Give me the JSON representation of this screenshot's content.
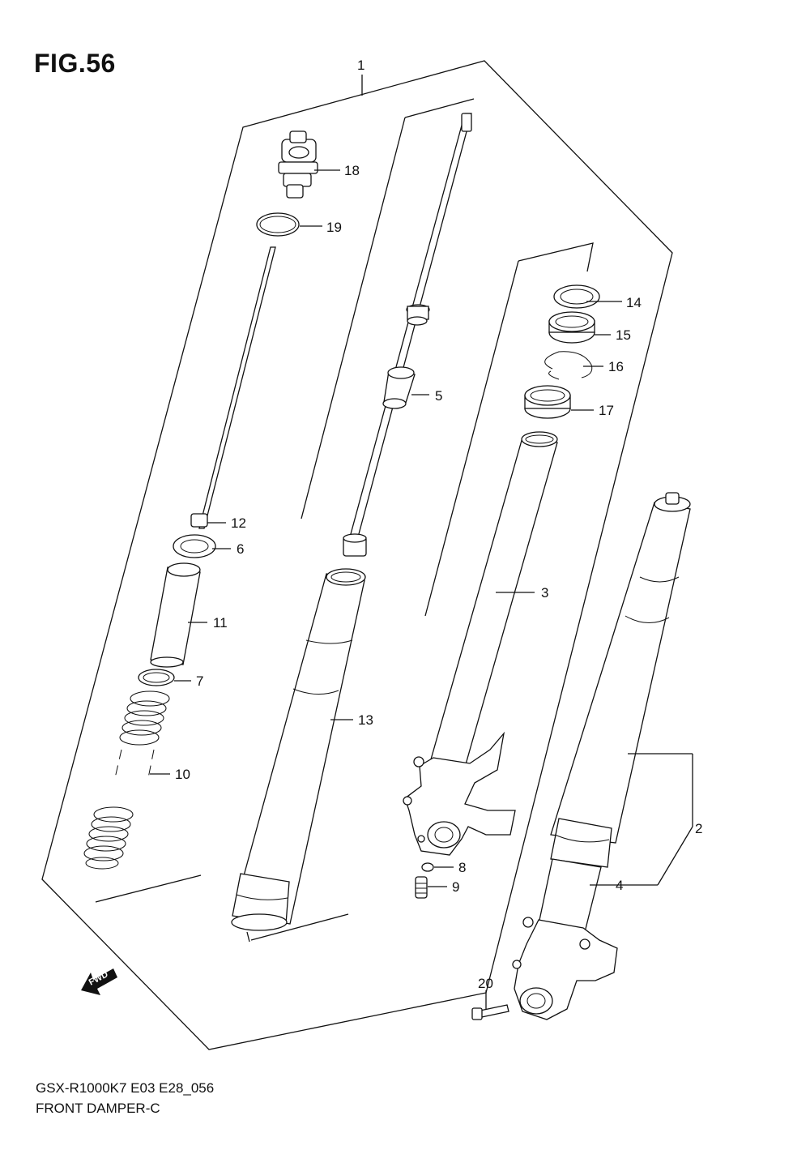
{
  "figure_title": "FIG.56",
  "model_code": "GSX-R1000K7 E03 E28_056",
  "diagram_title": "FRONT DAMPER-C",
  "fwd_label": "FWD",
  "callouts": {
    "c1": "1",
    "c2": "2",
    "c3": "3",
    "c4": "4",
    "c5": "5",
    "c6": "6",
    "c7": "7",
    "c8": "8",
    "c9": "9",
    "c10": "10",
    "c11": "11",
    "c12": "12",
    "c13": "13",
    "c14": "14",
    "c15": "15",
    "c16": "16",
    "c17": "17",
    "c18": "18",
    "c19": "19",
    "c20": "20"
  }
}
